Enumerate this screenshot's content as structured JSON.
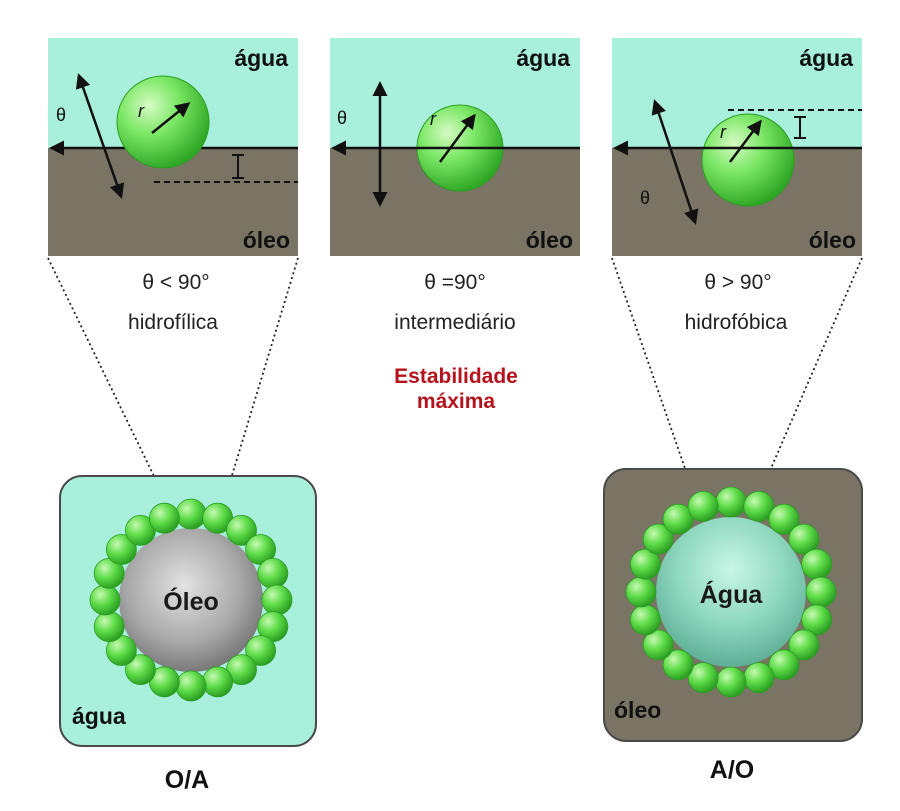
{
  "colors": {
    "water": "#a8efdc",
    "oil": "#7a7464",
    "particle_light": "#c8f7b0",
    "particle_mid": "#6ee35a",
    "particle_dark": "#35b42b",
    "stability_red": "#b5121b",
    "text_dark": "#1a1a1a"
  },
  "panels": [
    {
      "water_label": "água",
      "oil_label": "óleo",
      "theta_symbol": "θ",
      "radius_label": "r",
      "angle_caption": "θ < 90°",
      "type_caption": "hidrofílica"
    },
    {
      "water_label": "água",
      "oil_label": "óleo",
      "theta_symbol": "θ",
      "radius_label": "r",
      "angle_caption": "θ =90°",
      "type_caption": "intermediário"
    },
    {
      "water_label": "água",
      "oil_label": "óleo",
      "theta_symbol": "θ",
      "radius_label": "r",
      "angle_caption": "θ > 90°",
      "type_caption": "hidrofóbica"
    }
  ],
  "stability": {
    "line1": "Estabilidade",
    "line2": "máxima"
  },
  "emulsions": [
    {
      "droplet_label": "Óleo",
      "medium_label": "água",
      "type_label": "O/A"
    },
    {
      "droplet_label": "Água",
      "medium_label": "óleo",
      "type_label": "A/O"
    }
  ]
}
